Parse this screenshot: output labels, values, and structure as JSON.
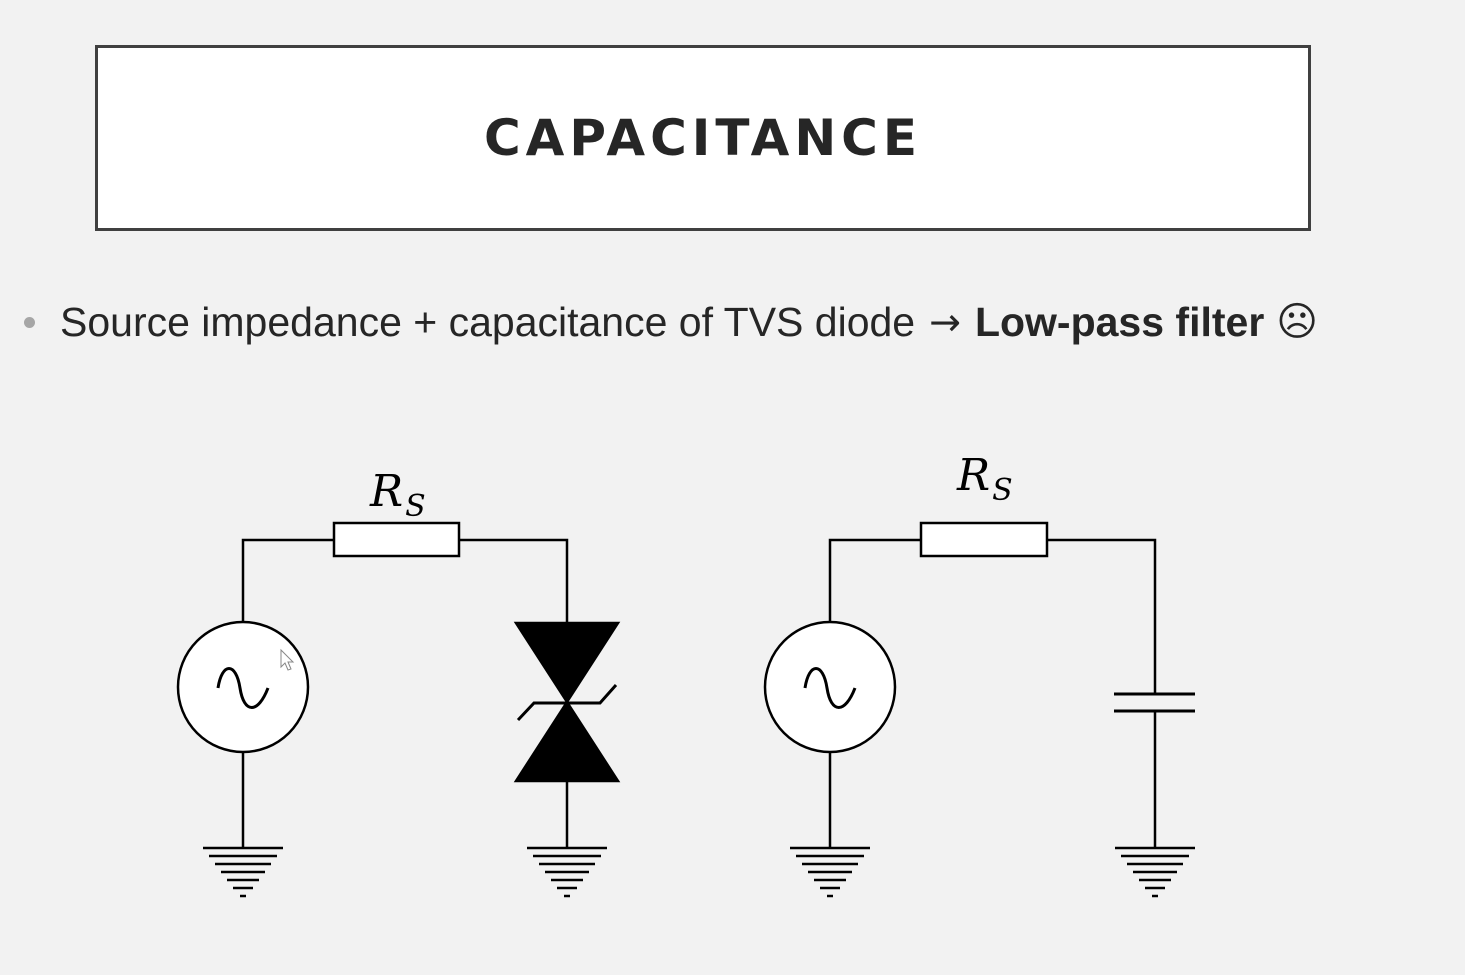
{
  "title": "CAPACITANCE",
  "bullet": {
    "text_before": "Source impedance + capacitance of TVS diode",
    "arrow": "→",
    "text_bold": "Low-pass filter",
    "emoji": "☹"
  },
  "diagram_left": {
    "resistor_label_main": "R",
    "resistor_label_sub": "S"
  },
  "diagram_right": {
    "resistor_label_main": "R",
    "resistor_label_sub": "S"
  }
}
